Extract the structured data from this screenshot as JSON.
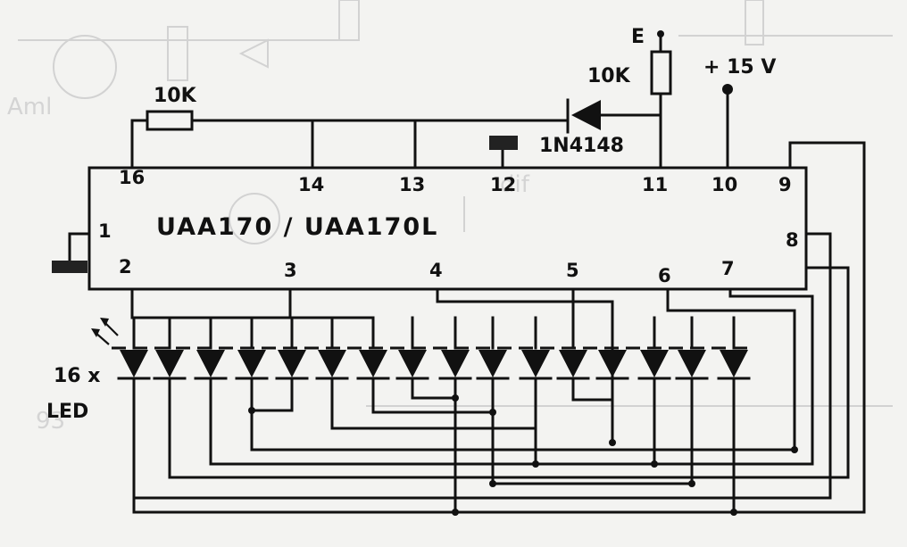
{
  "ic": {
    "name": "UAA170 / UAA170L",
    "pins_top": [
      "16",
      "14",
      "13",
      "12",
      "11",
      "10",
      "9"
    ],
    "pins_bottom": [
      "2",
      "3",
      "4",
      "5",
      "6",
      "7"
    ],
    "pin_1": "1",
    "pin_8": "8"
  },
  "components": {
    "resistor_top_left": "10K",
    "resistor_input": "10K",
    "diode": "1N4148",
    "input": "E",
    "supply": "+ 15 V"
  },
  "leds": {
    "label_count": "16 x",
    "label_type": "LED",
    "count": 16
  },
  "colors": {
    "ink": "#111111",
    "paper": "#f3f3f1",
    "bleed": "#d2d2d2"
  }
}
